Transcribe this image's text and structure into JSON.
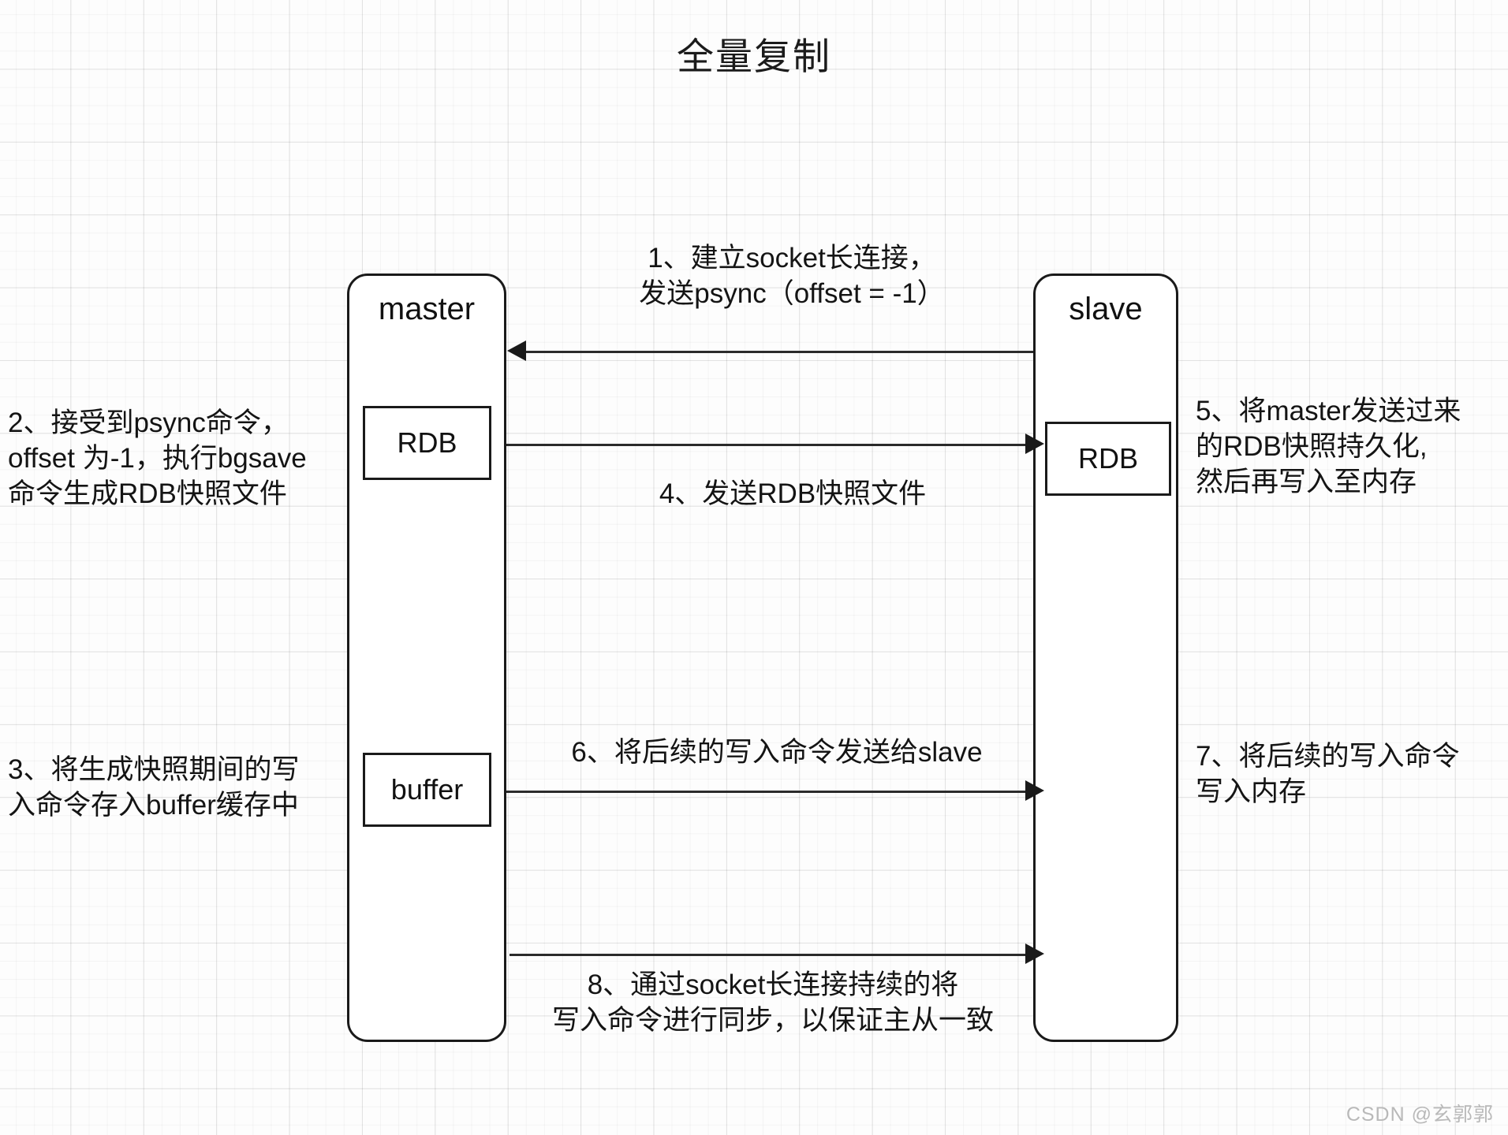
{
  "diagram": {
    "title": "全量复制",
    "type": "sequence-style block diagram",
    "watermark": "CSDN @玄郭郭",
    "nodes": [
      {
        "id": "master",
        "label": "master",
        "sub_boxes": [
          "RDB",
          "buffer"
        ]
      },
      {
        "id": "slave",
        "label": "slave",
        "sub_boxes": [
          "RDB"
        ]
      }
    ],
    "sub_boxes": {
      "master_rdb": "RDB",
      "master_buffer": "buffer",
      "slave_rdb": "RDB"
    },
    "arrows": [
      {
        "id": "a1",
        "from": "slave",
        "to": "master",
        "direction": "left",
        "note": "note_1"
      },
      {
        "id": "a2",
        "from": "master",
        "to": "slave",
        "direction": "right",
        "note": "note_4"
      },
      {
        "id": "a3",
        "from": "master",
        "to": "slave",
        "direction": "right",
        "note": "note_6"
      },
      {
        "id": "a4",
        "from": "master",
        "to": "slave",
        "direction": "right",
        "note": "note_8"
      }
    ],
    "notes": {
      "note_1": "1、建立socket长连接，\n发送psync（offset = -1）",
      "note_2": "2、接受到psync命令，\noffset 为-1，执行bgsave\n命令生成RDB快照文件",
      "note_3": "3、将生成快照期间的写\n入命令存入buffer缓存中",
      "note_4": "4、发送RDB快照文件",
      "note_5": "5、将master发送过来\n的RDB快照持久化,\n然后再写入至内存",
      "note_6": "6、将后续的写入命令发送给slave",
      "note_7": "7、将后续的写入命令\n写入内存",
      "note_8": "8、通过socket长连接持续的将\n写入命令进行同步，以保证主从一致"
    },
    "colors": {
      "stroke": "#1a1a1a",
      "text": "#141414",
      "background": "#fdfdfd",
      "grid_minor": "rgba(0,0,0,0.035)",
      "grid_major": "rgba(0,0,0,0.085)",
      "watermark": "#b9b9b9"
    }
  }
}
